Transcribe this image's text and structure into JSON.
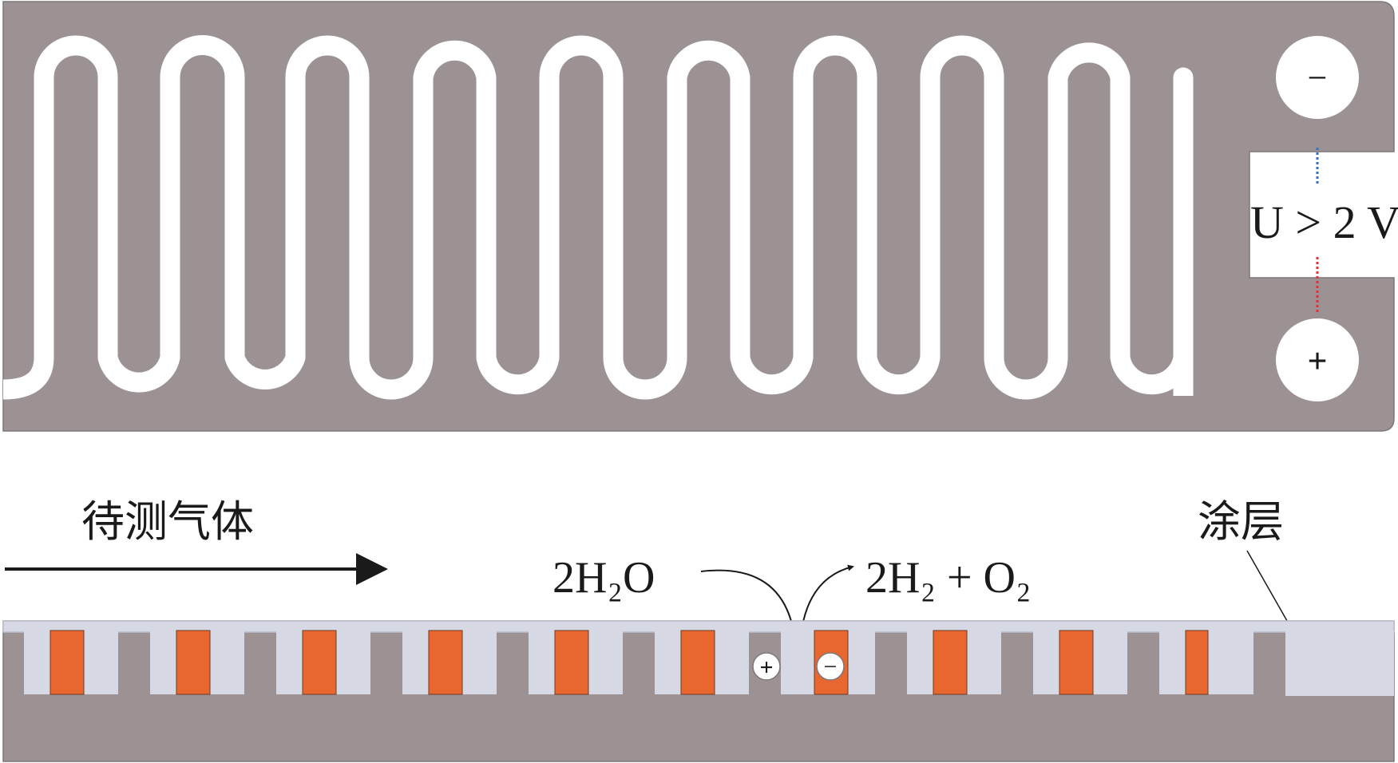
{
  "colors": {
    "substrate": "#9c9294",
    "channel": "#ffffff",
    "coating": "#d6d9e3",
    "coating_edge": "#b9bdcc",
    "electrode": "#e8672f",
    "negative": "#3a6fb8",
    "positive": "#e0303a",
    "text": "#1a1a1a"
  },
  "top_view": {
    "negative_terminal": "−",
    "positive_terminal": "+",
    "voltage_label": "U > 2 V"
  },
  "cross_section": {
    "gas_label": "待测气体",
    "coating_label": "涂层",
    "reactant": "2H₂O",
    "products": "2H₂ + O₂",
    "electrode_count": 10,
    "pos_marker": "+",
    "neg_marker": "−"
  }
}
